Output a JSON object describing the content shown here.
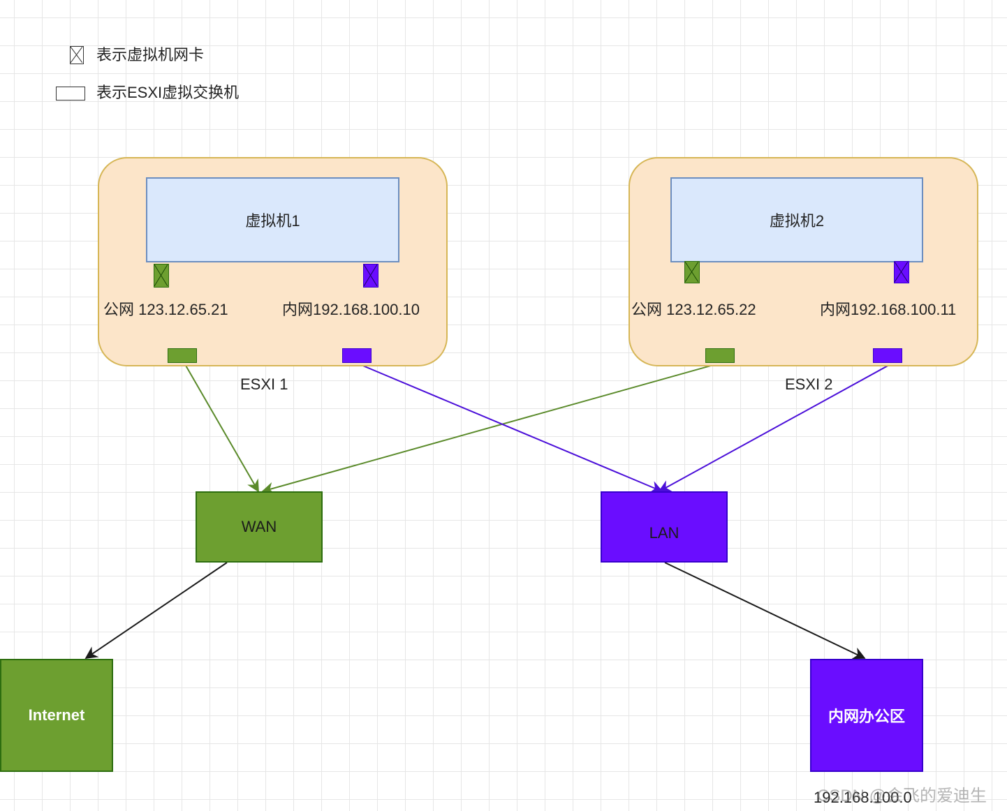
{
  "legend": {
    "nic_label": "表示虚拟机网卡",
    "switch_label": "表示ESXI虚拟交换机"
  },
  "hosts": [
    {
      "label": "ESXI 1",
      "vm_label": "虚拟机1",
      "public_ip": "公网 123.12.65.21",
      "private_ip": "内网192.168.100.10"
    },
    {
      "label": "ESXI 2",
      "vm_label": "虚拟机2",
      "public_ip": "公网 123.12.65.22",
      "private_ip": "内网192.168.100.11"
    }
  ],
  "networks": {
    "wan_label": "WAN",
    "lan_label": "LAN",
    "internet_label": "Internet",
    "office_label": "内网办公区",
    "office_subnet": "192.168.100.0"
  },
  "colors": {
    "public": "#6d9f30",
    "private": "#6a0dff",
    "host_fill": "#fce5c9",
    "vm_fill": "#dae8fc",
    "uplink": "#1a1a1a"
  },
  "watermark": "CSDN @会飞的爱迪生"
}
